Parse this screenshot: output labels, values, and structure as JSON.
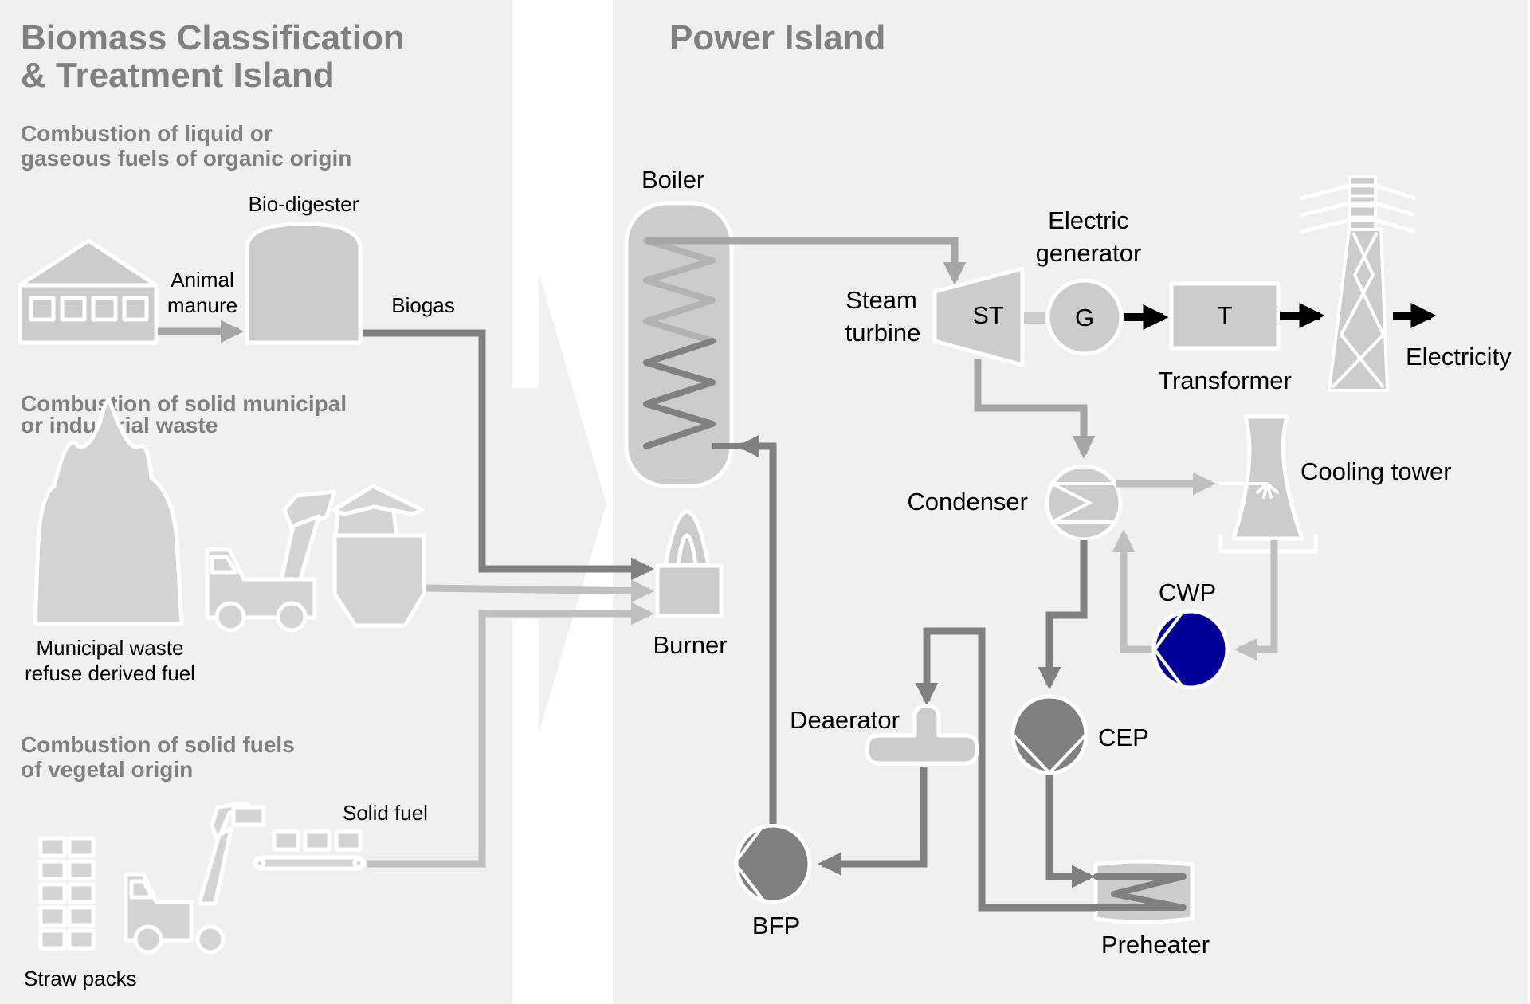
{
  "left_panel": {
    "title_line1": "Biomass Classification",
    "title_line2": "& Treatment Island",
    "sections": [
      {
        "line1": "Combustion of liquid or",
        "line2": "gaseous fuels of organic origin"
      },
      {
        "line1": "Combustion of solid municipal",
        "line2": "or industrial waste"
      },
      {
        "line1": "Combustion of solid fuels",
        "line2": "of vegetal origin"
      }
    ],
    "labels": {
      "bio_digester": "Bio-digester",
      "animal_manure_1": "Animal",
      "animal_manure_2": "manure",
      "biogas": "Biogas",
      "municipal_waste_1": "Municipal waste",
      "municipal_waste_2": "refuse derived fuel",
      "solid_fuel": "Solid fuel",
      "straw_packs": "Straw packs"
    }
  },
  "right_panel": {
    "title": "Power Island",
    "labels": {
      "boiler": "Boiler",
      "burner": "Burner",
      "steam_turbine_1": "Steam",
      "steam_turbine_2": "turbine",
      "st": "ST",
      "electric_generator_1": "Electric",
      "electric_generator_2": "generator",
      "g": "G",
      "t": "T",
      "transformer": "Transformer",
      "electricity": "Electricity",
      "condenser": "Condenser",
      "cooling_tower": "Cooling tower",
      "cwp": "CWP",
      "cep": "CEP",
      "deaerator": "Deaerator",
      "bfp": "BFP",
      "preheater": "Preheater"
    }
  },
  "colors": {
    "panel_bg": "#f0f0f0",
    "separator": "#ffffff",
    "equipment_fill": "#cccccc",
    "pump_fill": "#808080",
    "cwp_fill": "#000099",
    "heading_text": "#808080",
    "power_arrow": "#000000"
  }
}
